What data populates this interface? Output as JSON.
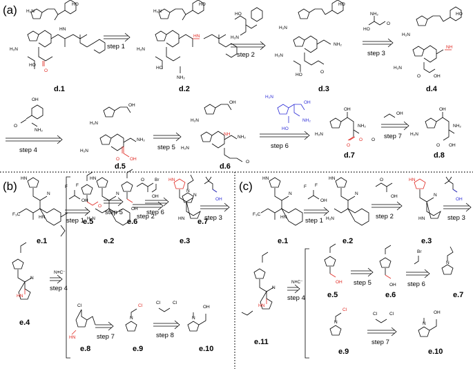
{
  "panels": {
    "a": "(a)",
    "b": "(b)",
    "c": "(c)"
  },
  "compounds": {
    "d1": "d.1",
    "d2": "d.2",
    "d3": "d.3",
    "d4": "d.4",
    "d5": "d.5",
    "d6": "d.6",
    "d7": "d.7",
    "d8": "d.8",
    "e1": "e.1",
    "e2": "e.2",
    "e3": "e.3",
    "e4": "e.4",
    "e5": "e.5",
    "e6": "e.6",
    "e7": "e.7",
    "e8": "e.8",
    "e9": "e.9",
    "e10": "e.10",
    "e11": "e.11"
  },
  "steps": {
    "a1": "step 1",
    "a2": "step 2",
    "a3": "step 3",
    "a4": "step 4",
    "a5": "step 5",
    "a6": "step 6",
    "a7": "step 7",
    "b1": "step 1",
    "b2": "step 2",
    "b3": "step 3",
    "b4": "step 4",
    "b5": "step 5",
    "b6": "step 6",
    "b7": "step 7",
    "b8": "step 8",
    "c1": "step 1",
    "c2": "step 2",
    "c3": "step 3",
    "c4": "step 4",
    "c5": "step 5",
    "c6": "step 6",
    "c7": "step 7"
  },
  "colors": {
    "highlight_red": "#e0261f",
    "highlight_blue": "#2b2bd6",
    "line": "#000000"
  }
}
